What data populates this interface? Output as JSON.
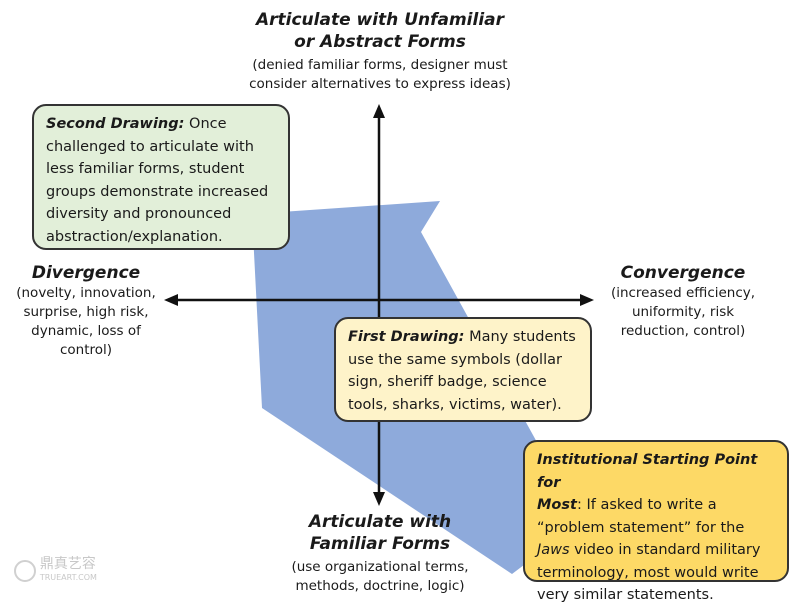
{
  "top": {
    "title_line1": "Articulate with Unfamiliar",
    "title_line2": "or Abstract Forms",
    "sub_line1": "(denied familiar forms, designer must",
    "sub_line2": "consider alternatives to express ideas)"
  },
  "bottom": {
    "title_line1": "Articulate with",
    "title_line2": "Familiar Forms",
    "sub_line1": "(use organizational terms,",
    "sub_line2": "methods, doctrine, logic)"
  },
  "left": {
    "title": "Divergence",
    "sub_lines": [
      "(novelty, innovation,",
      "surprise, high risk,",
      "dynamic, loss of",
      "control)"
    ]
  },
  "right": {
    "title": "Convergence",
    "sub_lines": [
      "(increased efficiency,",
      "uniformity, risk",
      "reduction, control)"
    ]
  },
  "second_drawing": {
    "heading": "Second Drawing:",
    "first_line_rest": " Once",
    "lines": [
      "challenged to articulate with",
      "less familiar forms, student",
      "groups demonstrate increased",
      "diversity and pronounced",
      "abstraction/explanation."
    ]
  },
  "first_drawing": {
    "heading": "First Drawing:",
    "first_line_rest": " Many students",
    "lines": [
      "use the same symbols (dollar",
      "sign, sheriff badge, science",
      "tools, sharks, victims, water)."
    ]
  },
  "institutional": {
    "heading_line1": "Institutional Starting Point for",
    "heading_line2": "Most",
    "line2_rest": ": If asked to write a",
    "line3": "“problem statement” for the",
    "line4_italic": "Jaws",
    "line4_rest": " video in standard military",
    "line5": "terminology, most would write",
    "line6": "very similar statements."
  },
  "watermark": {
    "text1": "鼎真艺容",
    "text2": "TRUEART.COM"
  },
  "colors": {
    "arrow": "#8eaadb",
    "second_box_bg": "#e2efd9",
    "first_box_bg": "#fef3c9",
    "institutional_box_bg": "#fdd966",
    "axis": "#111111"
  }
}
